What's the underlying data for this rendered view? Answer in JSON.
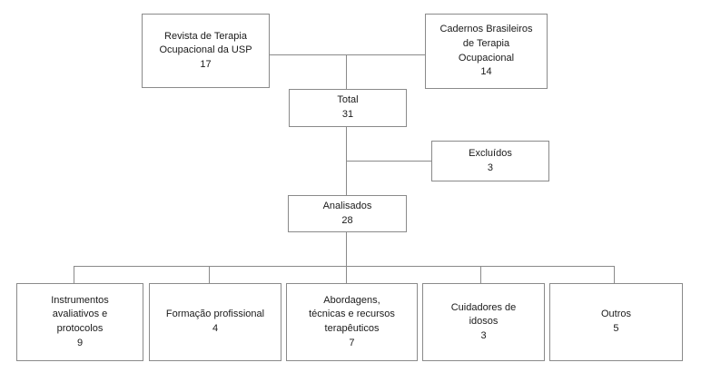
{
  "diagram": {
    "title": "Flowchart of article selection by journal and thematic category",
    "type": "flowchart",
    "stroke_color": "#8a8a8a",
    "text_color": "#1a1a1a",
    "background_color": "#ffffff",
    "nodes": {
      "source_usp": {
        "label": "Revista de Terapia\nOcupacional da USP",
        "count": "17",
        "text": "Revista de Terapia\nOcupacional da USP\n17"
      },
      "source_cadernos": {
        "label": "Cadernos Brasileiros\nde Terapia\nOcupacional",
        "count": "14",
        "text": "Cadernos Brasileiros\nde Terapia\nOcupacional\n14"
      },
      "total": {
        "label": "Total",
        "count": "31",
        "text": "Total\n31"
      },
      "excluded": {
        "label": "Excluídos",
        "count": "3",
        "text": "Excluídos\n3"
      },
      "analyzed": {
        "label": "Analisados",
        "count": "28",
        "text": "Analisados\n28"
      }
    },
    "categories": [
      {
        "label": "Instrumentos\navaliativos e\nprotocolos",
        "count": "9",
        "text": "Instrumentos\navaliativos e\nprotocolos\n9"
      },
      {
        "label": "Formação profissional",
        "count": "4",
        "text": "Formação profissional\n4"
      },
      {
        "label": "Abordagens,\ntécnicas e recursos\nterapêuticos",
        "count": "7",
        "text": "Abordagens,\ntécnicas e recursos\nterapêuticos\n7"
      },
      {
        "label": "Cuidadores de\nidosos",
        "count": "3",
        "text": "Cuidadores de\nidosos\n3"
      },
      {
        "label": "Outros",
        "count": "5",
        "text": "Outros\n5"
      }
    ]
  }
}
